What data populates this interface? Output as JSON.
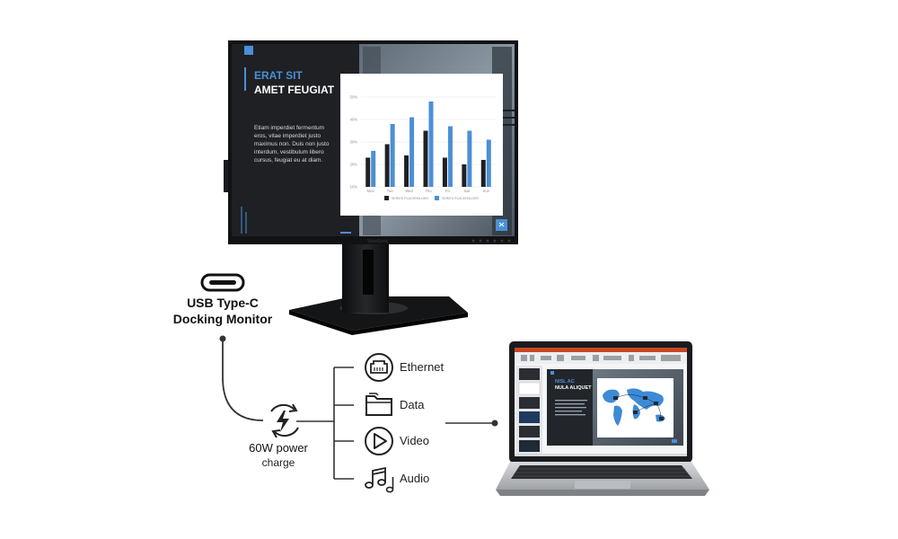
{
  "monitor": {
    "headline_line1": "ERAT SIT",
    "headline_line2": "AMET FEUGIAT",
    "body_lines": [
      "Etiam imperdiet fermentum",
      "eros, vitae imperdiet justo",
      "maximus non. Duis non justo",
      "interdum, vestibulum libero",
      "cursus, feugiat eu at diam."
    ],
    "brand": "ViewSonic",
    "chart_y_ticks": [
      "50%",
      "40%",
      "30%",
      "20%",
      "10%"
    ],
    "chart_x_ticks": [
      "Mon",
      "Tue",
      "Wed",
      "Thu",
      "Fri",
      "Sat",
      "Sun"
    ],
    "chart_legend": [
      "SERIES PLACEHOLDER",
      "SERIES PLACEHOLDER"
    ],
    "chart_dark_values": [
      0.23,
      0.29,
      0.24,
      0.35,
      0.23,
      0.2,
      0.22
    ],
    "chart_blue_values": [
      0.26,
      0.38,
      0.41,
      0.48,
      0.37,
      0.35,
      0.31
    ],
    "colors": {
      "accent": "#4b8fd6",
      "dark": "#1e2024",
      "bezel": "#111214"
    }
  },
  "usb": {
    "title_line1": "USB Type-C",
    "title_line2": "Docking Monitor",
    "icon": "usb-c-port-icon"
  },
  "power": {
    "title": "60W power",
    "subtitle": "charge",
    "icon": "charging-bolt-icon"
  },
  "features": [
    {
      "label": "Ethernet",
      "icon": "ethernet-port-icon"
    },
    {
      "label": "Data",
      "icon": "folder-icon"
    },
    {
      "label": "Video",
      "icon": "play-icon"
    },
    {
      "label": "Audio",
      "icon": "music-note-icon"
    }
  ],
  "laptop": {
    "slide_line1": "NISL AC",
    "slide_line2": "NULA ALIQUET",
    "icon": "laptop-icon"
  }
}
